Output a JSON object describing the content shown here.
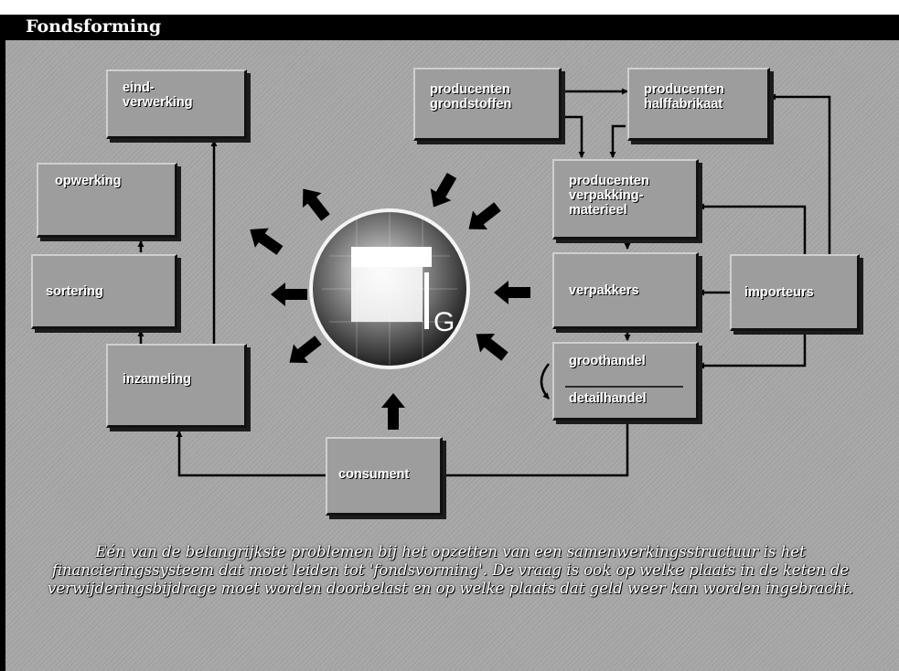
{
  "header": {
    "title": "Fondsforming"
  },
  "boxes": {
    "eindverwerking": {
      "line1": "eind-",
      "line2": "verwerking"
    },
    "opwerking": "opwerking",
    "sortering": "sortering",
    "inzameling": "inzameling",
    "consument": "consument",
    "producenten_grondstoffen": {
      "line1": "producenten",
      "line2": "grondstoffen"
    },
    "producenten_halffabrikaat": {
      "line1": "producenten",
      "line2": "halffabrikaat"
    },
    "producenten_verpakkingmateriaal": {
      "line1": "producenten",
      "line2": "verpakking-",
      "line3": "materieel"
    },
    "verpakkers": "verpakkers",
    "importeurs": "importeurs",
    "groothandel": "groothandel",
    "detailhandel": "detailhandel"
  },
  "logo": {
    "letter": "G"
  },
  "caption": "Eén van de belangrijkste problemen bij het opzetten van een samenwerkingsstructuur is het financieringssysteem dat moet leiden tot 'fondsvorming'. De vraag is ook op welke plaats in de keten de verwijderingsbijdrage moet worden doorbelast en op welke plaats dat geld weer kan worden ingebracht.",
  "colors": {
    "background": "#a6a6a6",
    "box": "#9d9d9d",
    "title_bar": "#000000"
  }
}
